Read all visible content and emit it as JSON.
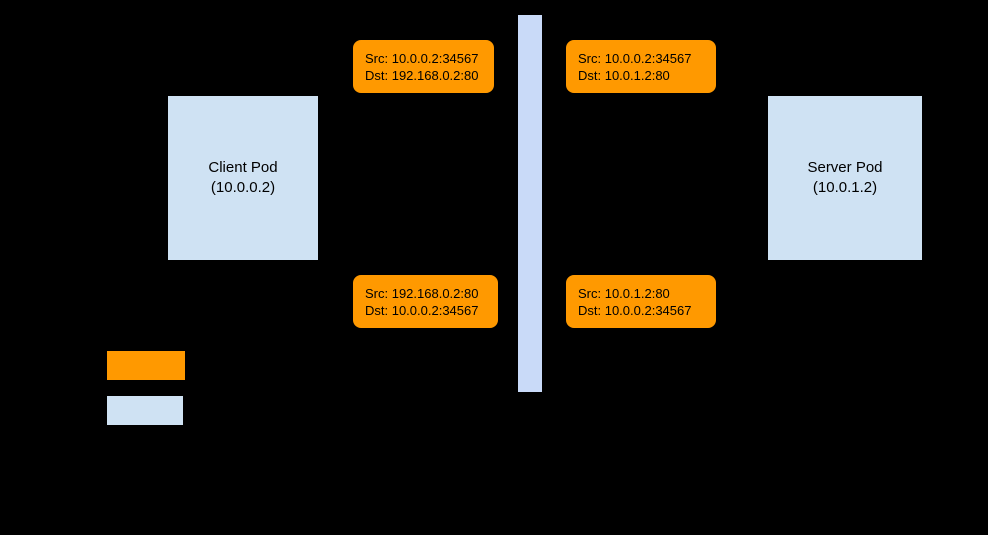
{
  "diagram": {
    "colors": {
      "background": "#000000",
      "pod_fill": "#cfe2f3",
      "boundary_fill": "#c9daf8",
      "packet_fill": "#ff9900",
      "text": "#000000"
    },
    "client_pod": {
      "title": "Client Pod",
      "subtitle": "(10.0.0.2)"
    },
    "server_pod": {
      "title": "Server Pod",
      "subtitle": "(10.0.1.2)"
    },
    "packets": [
      {
        "position": "top-left",
        "src": "Src: 10.0.0.2:34567",
        "dst": "Dst: 192.168.0.2:80"
      },
      {
        "position": "top-right",
        "src": "Src: 10.0.0.2:34567",
        "dst": "Dst: 10.0.1.2:80"
      },
      {
        "position": "bottom-left",
        "src": "Src: 192.168.0.2:80",
        "dst": "Dst: 10.0.0.2:34567"
      },
      {
        "position": "bottom-right",
        "src": "Src: 10.0.1.2:80",
        "dst": "Dst: 10.0.0.2:34567"
      }
    ],
    "legend": [
      {
        "swatch": "orange",
        "color": "#ff9900"
      },
      {
        "swatch": "blue",
        "color": "#cfe2f3"
      }
    ]
  }
}
